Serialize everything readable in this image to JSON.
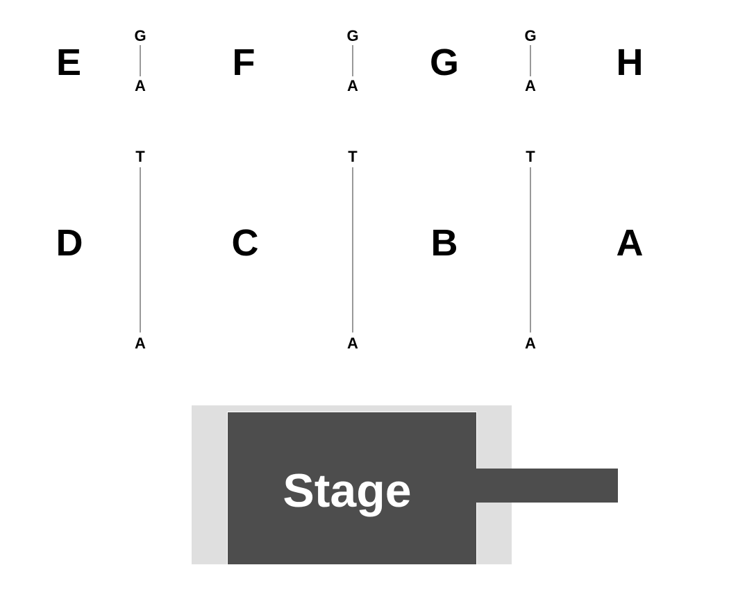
{
  "sections": {
    "E": "E",
    "F": "F",
    "G": "G",
    "H": "H",
    "D": "D",
    "C": "C",
    "B": "B",
    "A": "A"
  },
  "aisles": {
    "top_start": "G",
    "top_end": "A",
    "bottom_start": "T",
    "bottom_end": "A"
  },
  "stage": {
    "label": "Stage"
  },
  "colors": {
    "stage_fill": "#4d4d4d",
    "stage_surround": "#dfdfdf",
    "text": "#000000",
    "stage_text": "#ffffff"
  }
}
